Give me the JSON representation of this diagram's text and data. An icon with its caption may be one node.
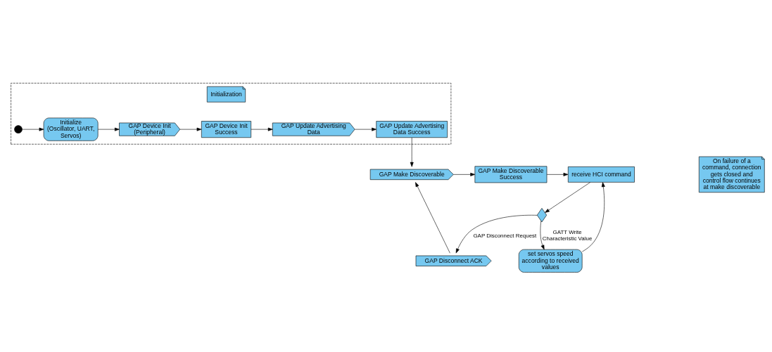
{
  "diagram": {
    "nodes": [
      {
        "text": [],
        "shape": "box"
      },
      {
        "text": [
          "Initialization"
        ],
        "in": 0
      },
      {
        "text": [],
        "shape": "circle",
        "in": 0
      },
      {
        "text": [
          "Initialize (Oscillator, UART, Servos)"
        ],
        "in": 0
      },
      {
        "text": [
          "GAP Device Init (Peripheral)"
        ],
        "in": 0
      },
      {
        "text": [
          "GAP Device Init Success"
        ],
        "in": 0
      },
      {
        "text": [
          "GAP Update Advertising Data"
        ],
        "in": 0
      },
      {
        "text": [
          "GAP Update Advertising Data Success"
        ],
        "in": 0
      },
      {
        "text": [
          "GAP Make Discoverable"
        ]
      },
      {
        "text": [
          "GAP Make Discoverable Success"
        ]
      },
      {
        "text": [
          "receive HCI command"
        ]
      },
      {
        "text": [],
        "shape": "diamond"
      },
      {
        "text": [
          "GAP Disconnect ACK"
        ]
      },
      {
        "text": [
          "set servos speed according to received values"
        ]
      },
      {
        "text": [
          "On failure of a command, connection gets closed and control flow continues at make discoverable"
        ]
      }
    ],
    "edges": [
      {
        "from": 2,
        "to": 3,
        "arrow": "to"
      },
      {
        "from": 3,
        "to": 4,
        "arrow": "to"
      },
      {
        "from": 4,
        "to": 5,
        "arrow": "to"
      },
      {
        "from": 5,
        "to": 6,
        "arrow": "to"
      },
      {
        "from": 6,
        "to": 7,
        "arrow": "to"
      },
      {
        "from": 7,
        "to": 8,
        "arrow": "to"
      },
      {
        "from": 8,
        "to": 9,
        "arrow": "to"
      },
      {
        "from": 9,
        "to": 10,
        "arrow": "to"
      },
      {
        "from": 10,
        "to": 11,
        "arrow": "to"
      },
      {
        "from": 11,
        "to": 12,
        "arrow": "to",
        "label": "GAP Disconnect Request"
      },
      {
        "from": 11,
        "to": 13,
        "arrow": "to",
        "label": "GATT Write Characteristic Value"
      },
      {
        "from": 12,
        "to": 8,
        "arrow": "to"
      },
      {
        "from": 13,
        "to": 10,
        "arrow": "to"
      }
    ]
  }
}
